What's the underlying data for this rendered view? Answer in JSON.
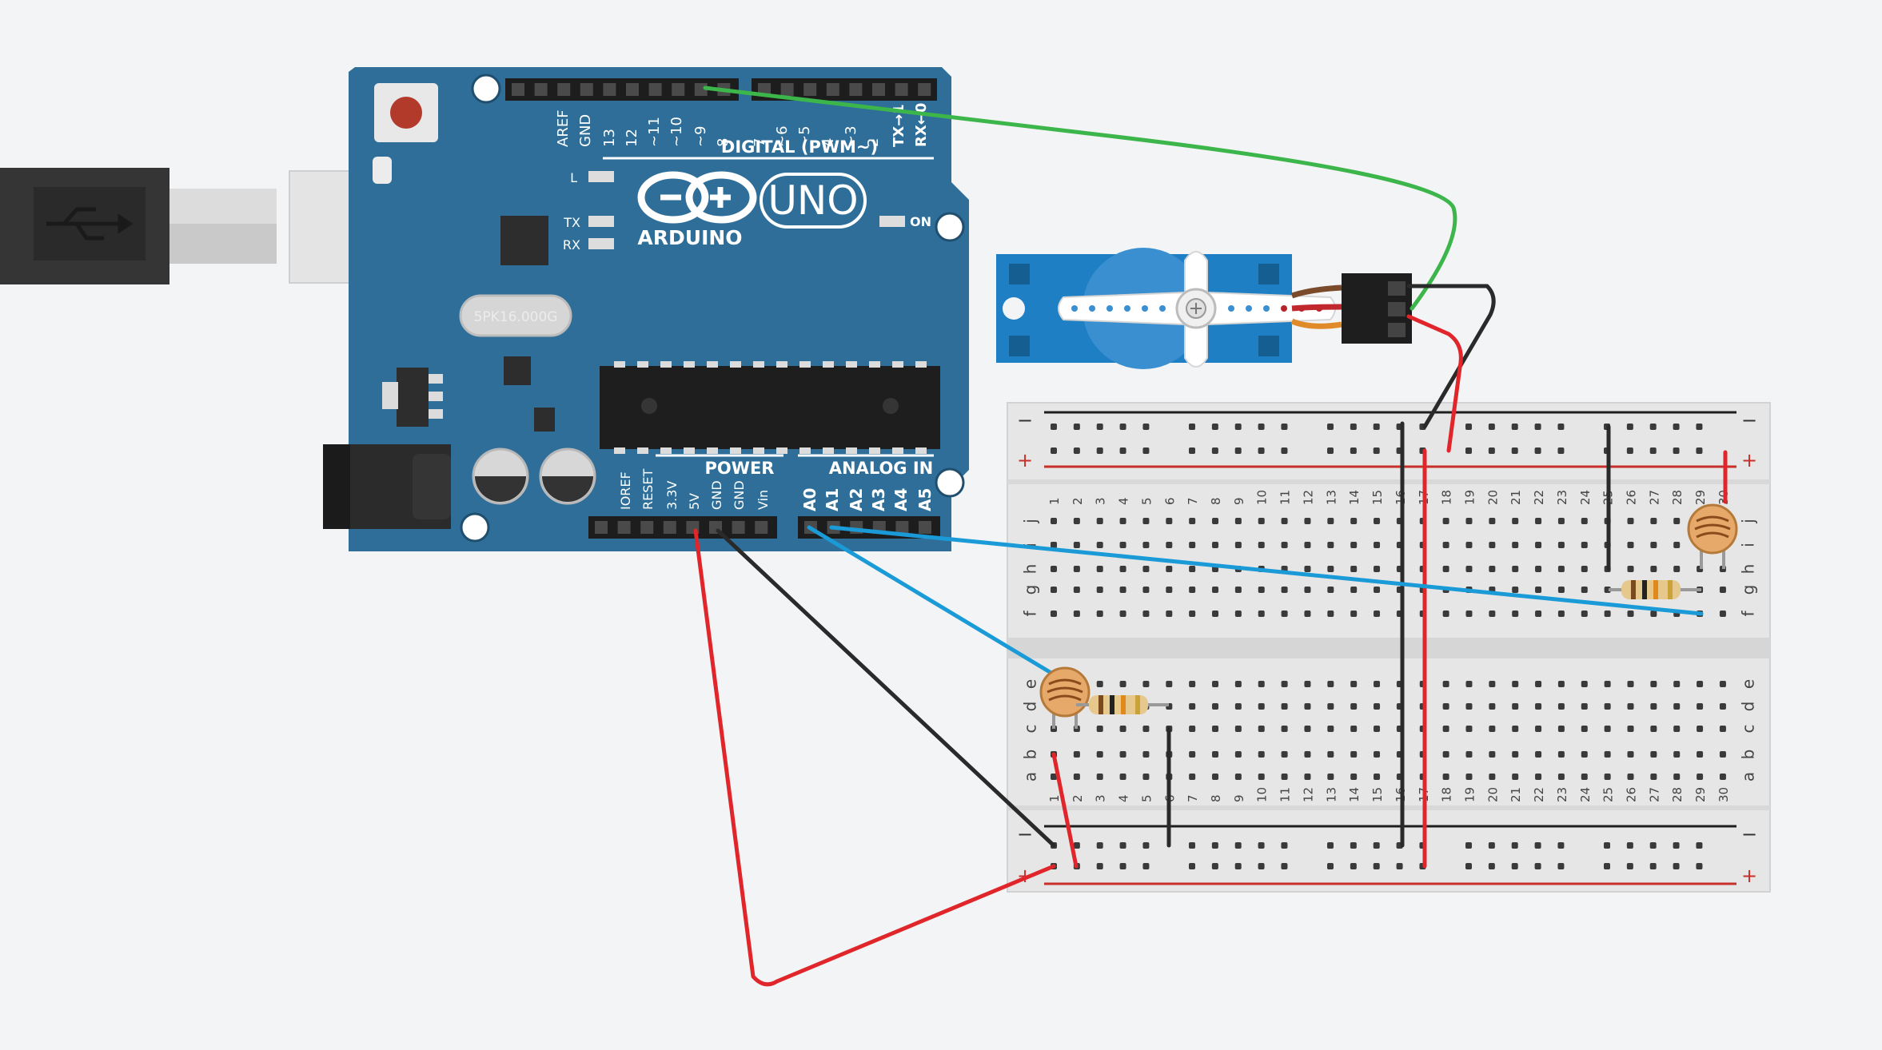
{
  "arduino": {
    "logo_text": "ARDUINO",
    "model": "UNO",
    "crystal": "5PK16.000G",
    "digital_label": "DIGITAL (PWM~)",
    "power_label": "POWER",
    "analog_label": "ANALOG IN",
    "led_labels": {
      "l": "L",
      "tx": "TX",
      "rx": "RX",
      "on": "ON"
    },
    "digital_pins": [
      "AREF",
      "GND",
      "13",
      "12",
      "~11",
      "~10",
      "~9",
      "8",
      "7",
      "~6",
      "~5",
      "4",
      "~3",
      "2",
      "TX→1",
      "RX←0"
    ],
    "power_pins": [
      "IOREF",
      "RESET",
      "3.3V",
      "5V",
      "GND",
      "GND",
      "Vin"
    ],
    "analog_pins": [
      "A0",
      "A1",
      "A2",
      "A3",
      "A4",
      "A5"
    ]
  },
  "breadboard": {
    "row_letters_top": [
      "j",
      "i",
      "h",
      "g",
      "f"
    ],
    "row_letters_bottom": [
      "e",
      "d",
      "c",
      "b",
      "a"
    ],
    "column_numbers": [
      "1",
      "2",
      "3",
      "4",
      "5",
      "6",
      "7",
      "8",
      "9",
      "10",
      "11",
      "12",
      "13",
      "14",
      "15",
      "16",
      "17",
      "18",
      "19",
      "20",
      "21",
      "22",
      "23",
      "24",
      "25",
      "26",
      "27",
      "28",
      "29",
      "30"
    ],
    "rail_minus": "−",
    "rail_plus": "+"
  },
  "colors": {
    "board": "#2e6e98",
    "wire_red": "#e0262b",
    "wire_black": "#2a2a2a",
    "wire_green": "#3cb54a",
    "wire_blue": "#1a9bd7",
    "servo": "#1f7fc4"
  }
}
